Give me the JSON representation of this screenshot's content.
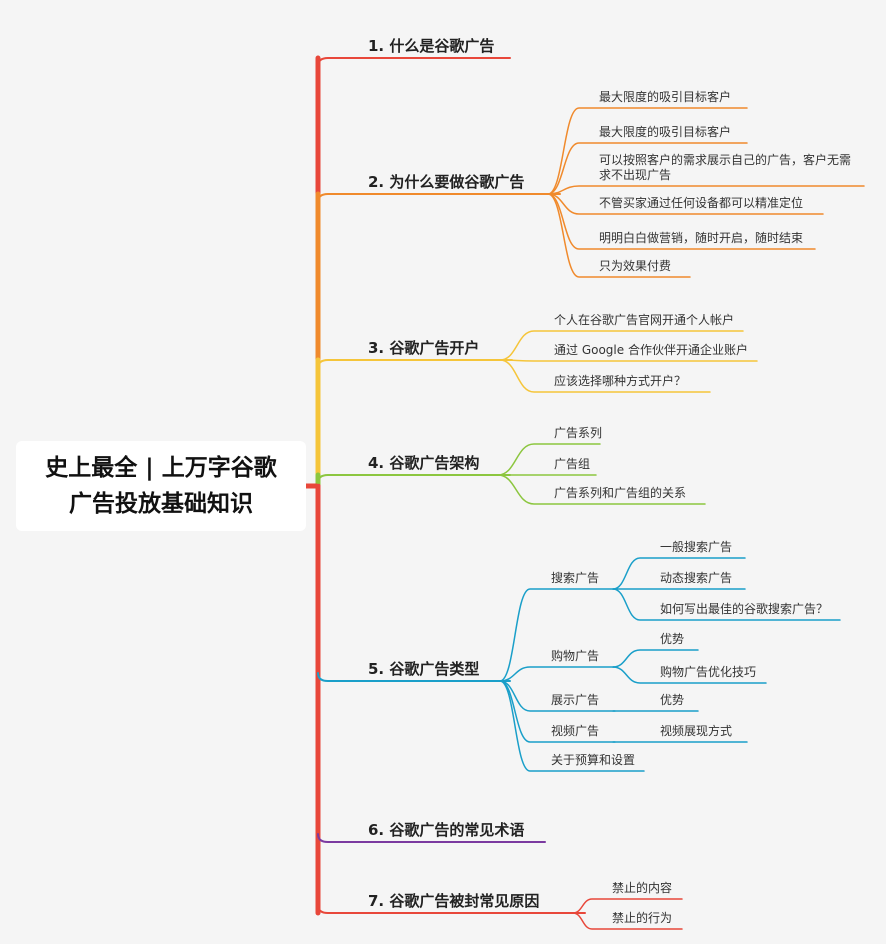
{
  "root": {
    "line1": "史上最全 | 上万字谷歌",
    "line2": "广告投放基础知识"
  },
  "branches": [
    {
      "label": "1. 什么是谷歌广告",
      "color": "#e8473a",
      "children": []
    },
    {
      "label": "2. 为什么要做谷歌广告",
      "color": "#f08a2c",
      "children": [
        {
          "label": "最大限度的吸引目标客户"
        },
        {
          "label": "最大限度的吸引目标客户"
        },
        {
          "label": "可以按照客户的需求展示自己的广告，客户无需求不出现广告"
        },
        {
          "label": "不管买家通过任何设备都可以精准定位"
        },
        {
          "label": "明明白白做营销，随时开启，随时结束"
        },
        {
          "label": "只为效果付费"
        }
      ]
    },
    {
      "label": "3. 谷歌广告开户",
      "color": "#f5c53a",
      "children": [
        {
          "label": "个人在谷歌广告官网开通个人帐户"
        },
        {
          "label": "通过 Google 合作伙伴开通企业账户"
        },
        {
          "label": "应该选择哪种方式开户？"
        }
      ]
    },
    {
      "label": "4. 谷歌广告架构",
      "color": "#8cc63f",
      "children": [
        {
          "label": "广告系列"
        },
        {
          "label": "广告组"
        },
        {
          "label": "广告系列和广告组的关系"
        }
      ]
    },
    {
      "label": "5. 谷歌广告类型",
      "color": "#1a9fc9",
      "children": [
        {
          "label": "搜索广告",
          "children": [
            {
              "label": "一般搜索广告"
            },
            {
              "label": "动态搜索广告"
            },
            {
              "label": "如何写出最佳的谷歌搜索广告？"
            }
          ]
        },
        {
          "label": "购物广告",
          "children": [
            {
              "label": "优势"
            },
            {
              "label": "购物广告优化技巧"
            }
          ]
        },
        {
          "label": "展示广告",
          "children": [
            {
              "label": "优势"
            }
          ]
        },
        {
          "label": "视频广告",
          "children": [
            {
              "label": "视频展现方式"
            }
          ]
        },
        {
          "label": "关于预算和设置",
          "children": []
        }
      ]
    },
    {
      "label": "6. 谷歌广告的常见术语",
      "color": "#7b3aa0",
      "children": []
    },
    {
      "label": "7. 谷歌广告被封常见原因",
      "color": "#e8473a",
      "children": [
        {
          "label": "禁止的内容"
        },
        {
          "label": "禁止的行为"
        }
      ]
    }
  ]
}
